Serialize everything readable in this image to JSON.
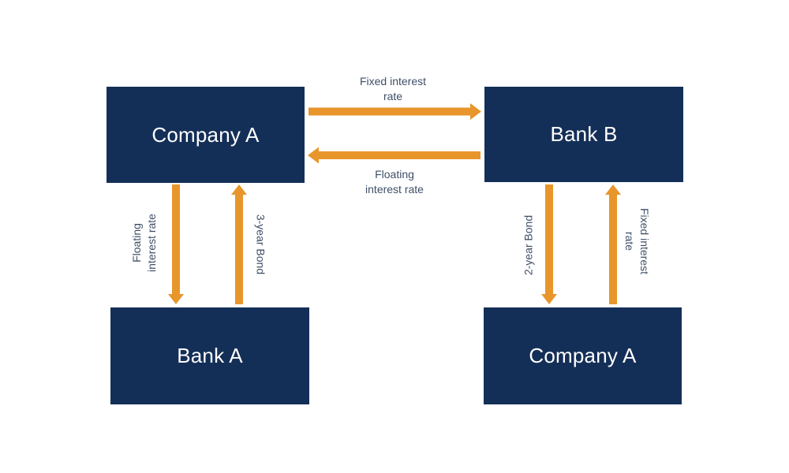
{
  "boxes": {
    "company_a_top": "Company A",
    "bank_b": "Bank B",
    "bank_a": "Bank A",
    "company_a_bottom": "Company A"
  },
  "labels": {
    "fixed_top_line1": "Fixed interest",
    "fixed_top_line2": "rate",
    "floating_top_line1": "Floating",
    "floating_top_line2": "interest rate",
    "floating_left_line1": "Floating",
    "floating_left_line2": "interest rate",
    "three_year_bond": "3-year Bond",
    "two_year_bond": "2-year Bond",
    "fixed_right_line1": "Fixed interest",
    "fixed_right_line2": "rate"
  },
  "colors": {
    "box": "#142f57",
    "arrow": "#e8962b",
    "label_text": "#3f4f68"
  }
}
